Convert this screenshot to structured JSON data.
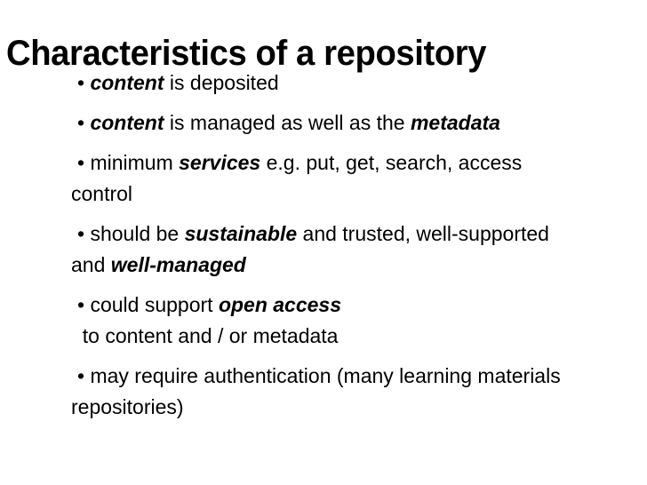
{
  "slide": {
    "title": "Characteristics of a repository",
    "background_color": "#ffffff",
    "text_color": "#000000",
    "bullet_glyph": "•",
    "bullets": [
      {
        "id": "bullet-content-deposited",
        "segments": [
          {
            "text": "content",
            "emphasis": true
          },
          {
            "text": " is deposited",
            "emphasis": false
          }
        ],
        "plain": "content is deposited"
      },
      {
        "id": "bullet-content-managed",
        "segments": [
          {
            "text": "content",
            "emphasis": true
          },
          {
            "text": " is managed as well as the ",
            "emphasis": false
          },
          {
            "text": "metadata",
            "emphasis": true
          }
        ],
        "plain": "content is managed as well as the metadata"
      },
      {
        "id": "bullet-minimum-services",
        "segments": [
          {
            "text": "minimum ",
            "emphasis": false
          },
          {
            "text": "services",
            "emphasis": true
          },
          {
            "text": " e.g. put, get, search, access control",
            "emphasis": false
          }
        ],
        "plain": "minimum services e.g. put, get, search, access control"
      },
      {
        "id": "bullet-sustainable",
        "segments": [
          {
            "text": "should be ",
            "emphasis": false
          },
          {
            "text": "sustainable",
            "emphasis": true
          },
          {
            "text": " and trusted, well-supported and ",
            "emphasis": false
          },
          {
            "text": "well-managed",
            "emphasis": true
          }
        ],
        "plain": "should be sustainable and trusted, well-supported and well-managed"
      },
      {
        "id": "bullet-open-access",
        "segments": [
          {
            "text": "could support ",
            "emphasis": false
          },
          {
            "text": "open access",
            "emphasis": true
          },
          {
            "text": "  to content and / or metadata",
            "emphasis": false
          }
        ],
        "plain": "could support open access  to content and / or metadata"
      },
      {
        "id": "bullet-authentication",
        "segments": [
          {
            "text": "may require authentication (many learning materials repositories)",
            "emphasis": false
          }
        ],
        "plain": "may require authentication (many learning materials repositories)"
      }
    ]
  }
}
